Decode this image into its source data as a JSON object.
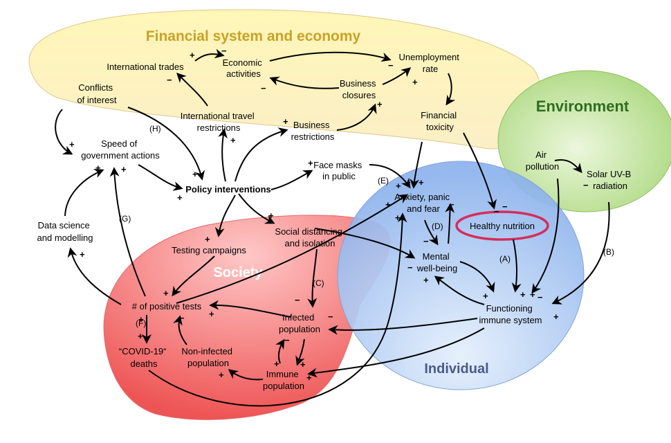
{
  "regions": {
    "financial": {
      "title": "Financial system and economy",
      "color": "#c9a227"
    },
    "environment": {
      "title": "Environment",
      "color": "#2f6d1f"
    },
    "society": {
      "title": "Society",
      "color": "#ffffff"
    },
    "individual": {
      "title": "Individual",
      "color": "#4a5a8a"
    }
  },
  "nodes": {
    "international_trades": "International trades",
    "economic_activities": [
      "Economic",
      "activities"
    ],
    "unemployment_rate": [
      "Unemployment",
      "rate"
    ],
    "business_closures": [
      "Business",
      "closures"
    ],
    "financial_toxicity": [
      "Financial",
      "toxicity"
    ],
    "conflicts_of_interest": [
      "Conflicts",
      "of interest"
    ],
    "international_travel_restrictions": [
      "International travel",
      "restrictions"
    ],
    "business_restrictions": [
      "Business",
      "restrictions"
    ],
    "speed_of_government_actions": [
      "Speed of",
      "government actions"
    ],
    "policy_interventions": "Policy interventions",
    "face_masks_in_public": [
      "Face masks",
      "in public"
    ],
    "anxiety_panic_fear": [
      "Anxiety, panic",
      "and fear"
    ],
    "healthy_nutrition": "Healthy nutrition",
    "air_pollution": [
      "Air",
      "pollution"
    ],
    "solar_uvb_radiation": [
      "Solar UV-B",
      "radiation"
    ],
    "data_science_modelling": [
      "Data science",
      "and modelling"
    ],
    "testing_campaigns": "Testing campaigns",
    "social_distancing_isolation": [
      "Social distancing",
      "and isolation"
    ],
    "mental_wellbeing": [
      "Mental",
      "well-being"
    ],
    "positive_tests": "# of positive tests",
    "infected_population": [
      "Infected",
      "population"
    ],
    "functioning_immune_system": [
      "Functioning",
      "immune system"
    ],
    "covid_deaths": [
      "“COVID-19“",
      "deaths"
    ],
    "non_infected_population": [
      "Non-infected",
      "population"
    ],
    "immune_population": [
      "Immune",
      "population"
    ]
  },
  "tags": {
    "a": "(A)",
    "b": "(B)",
    "c": "(C)",
    "d": "(D)",
    "e": "(E)",
    "f": "(F)",
    "g": "(G)",
    "h": "(H)"
  },
  "signs": {
    "plus": "+",
    "minus": "−"
  },
  "colors": {
    "highlight": "#d62d5a",
    "arrow": "#000000"
  },
  "icons": {
    "arrow_head": "arrowhead-icon"
  }
}
